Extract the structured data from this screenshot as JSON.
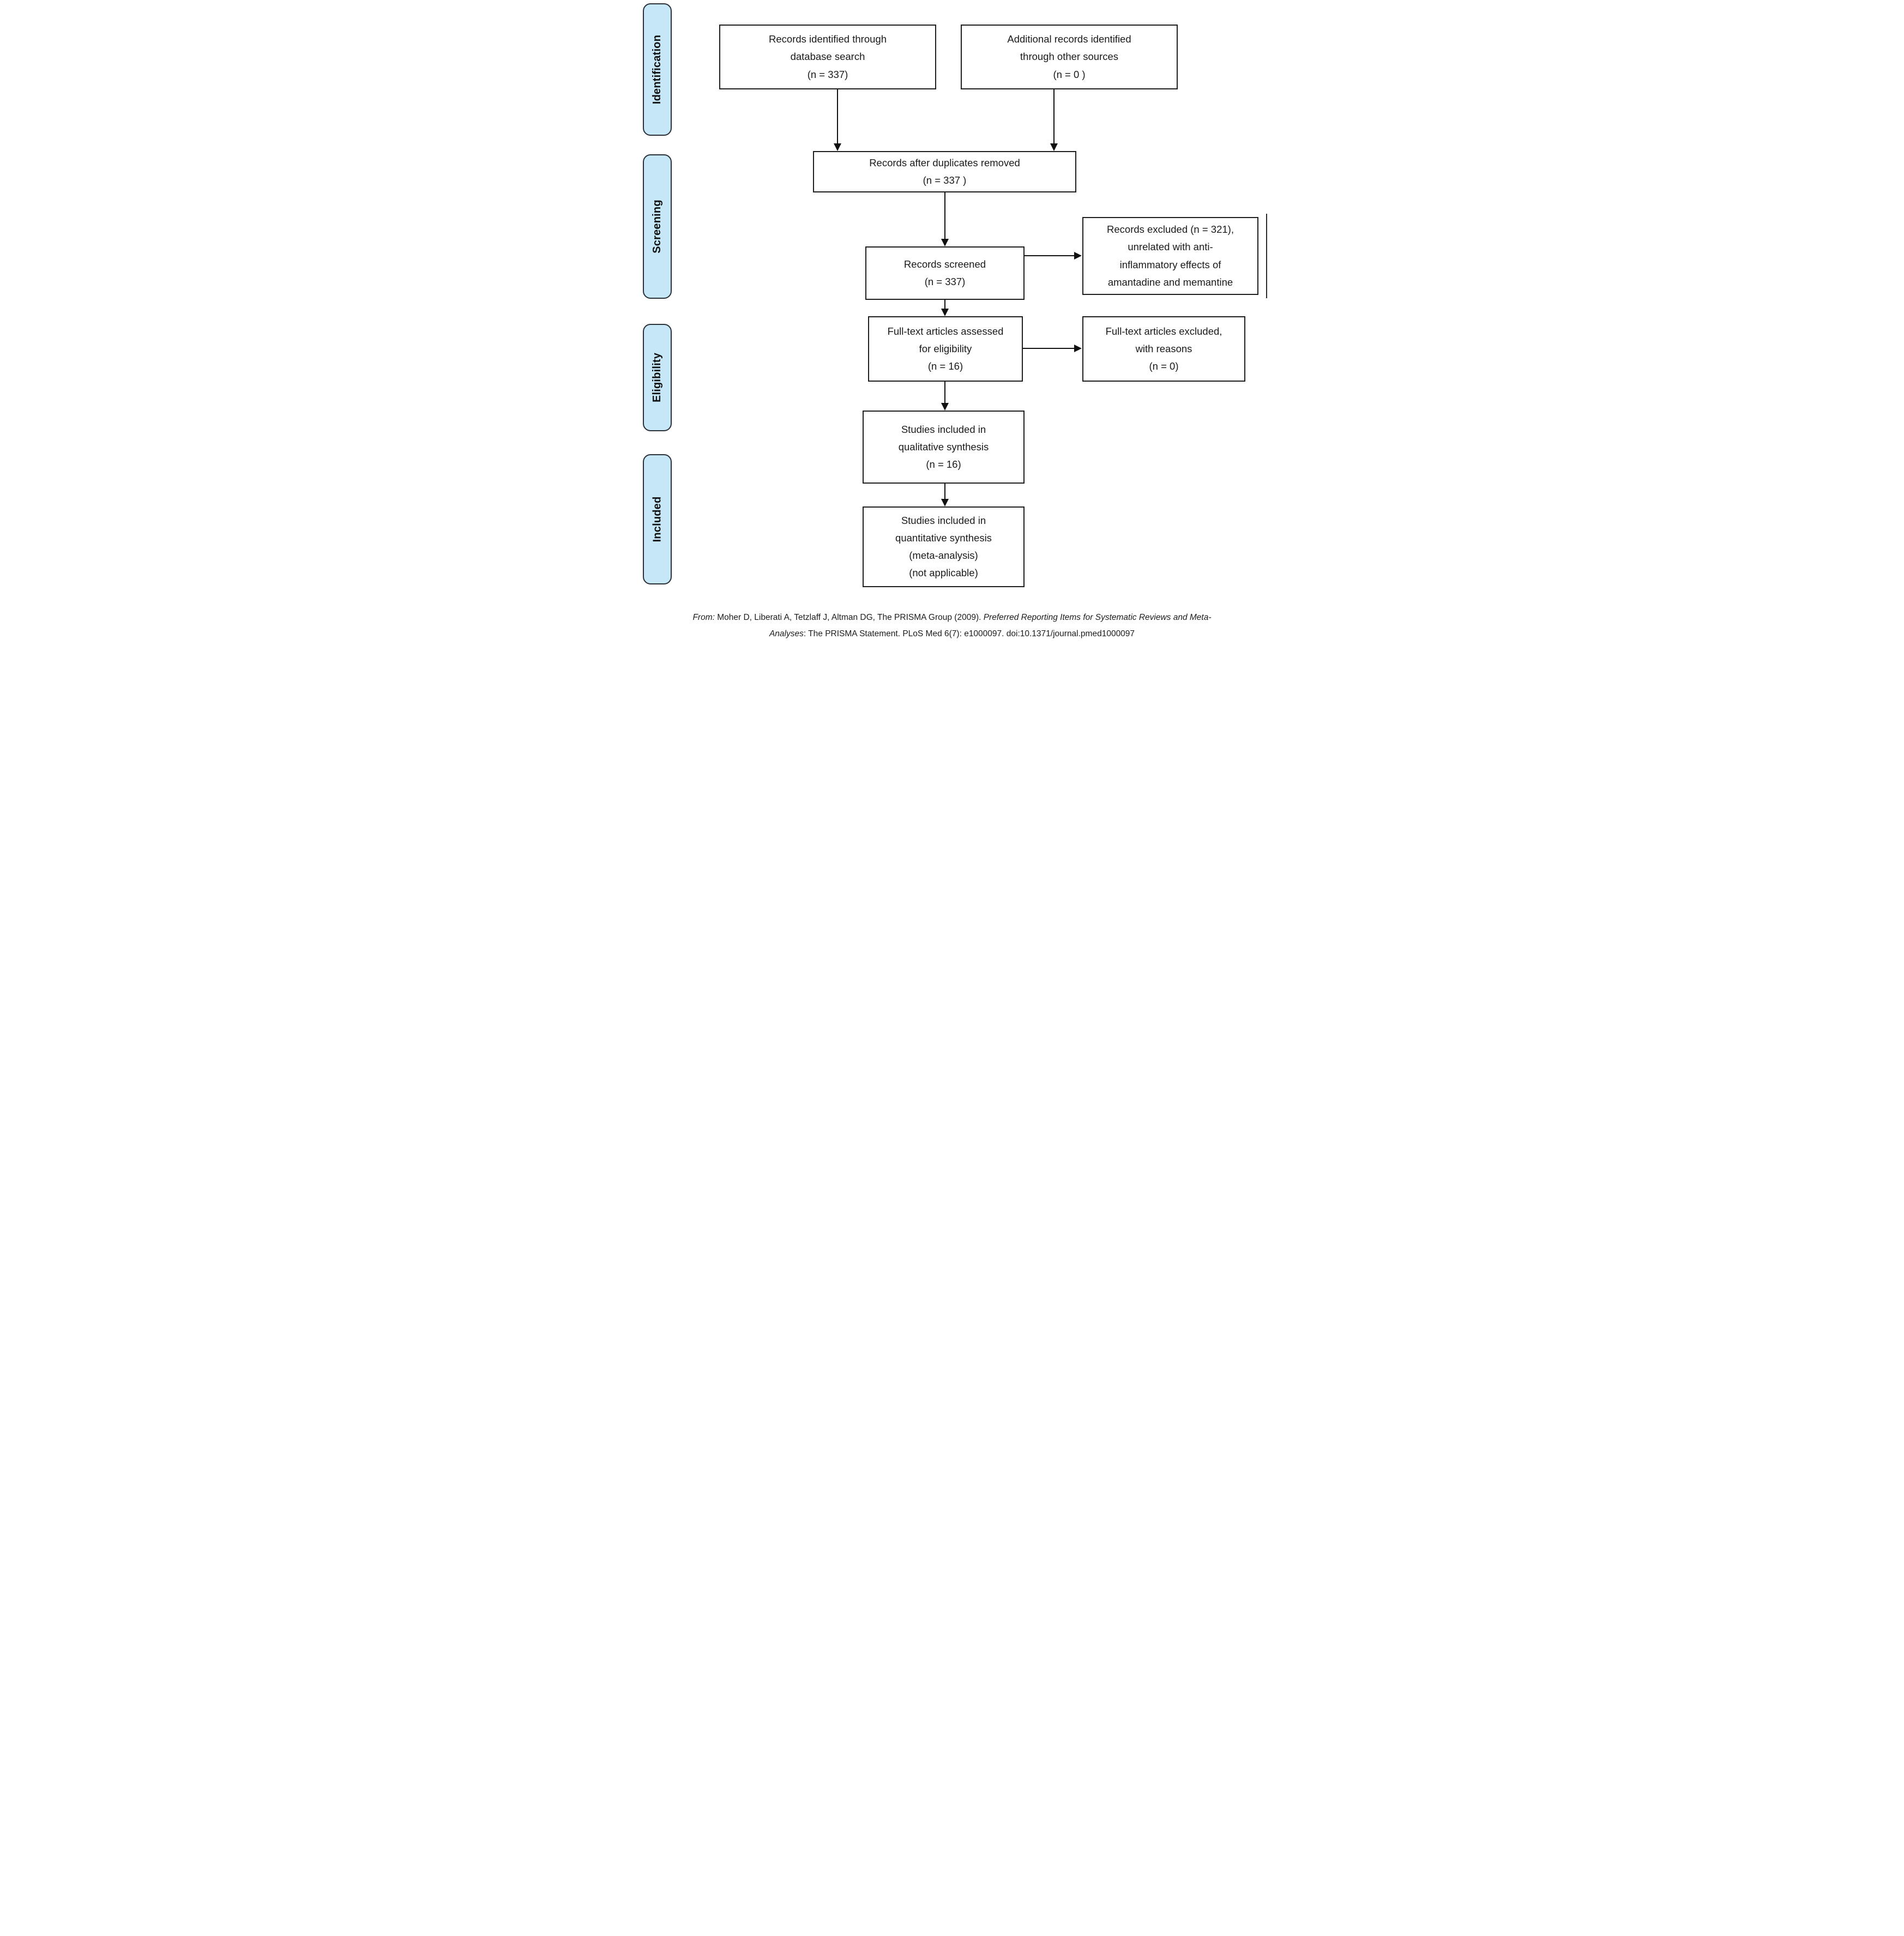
{
  "colors": {
    "sidebar_fill": "#c6e7f8",
    "sidebar_border": "#2b3138",
    "box_border": "#1f1f1f",
    "arrow": "#111111",
    "text": "#1a1a1a"
  },
  "sidebar": {
    "items": [
      {
        "label": "Identification"
      },
      {
        "label": "Screening"
      },
      {
        "label": "Eligibility"
      },
      {
        "label": "Included"
      }
    ]
  },
  "boxes": {
    "records_identified": {
      "text": "Records identified through\ndatabase search\n(n = 337)"
    },
    "additional_records": {
      "text": "Additional records identified\nthrough other sources\n(n = 0 )"
    },
    "duplicates_removed": {
      "text": "Records after duplicates removed\n(n = 337 )"
    },
    "records_screened": {
      "text": "Records screened\n(n = 337)"
    },
    "records_excluded": {
      "text": "Records excluded (n = 321),\nunrelated with anti-\ninflammatory effects of\namantadine and memantine"
    },
    "fulltext_assessed": {
      "text": "Full-text articles assessed\nfor eligibility\n(n = 16)"
    },
    "fulltext_excluded": {
      "text": "Full-text articles excluded,\nwith reasons\n(n = 0)"
    },
    "qualitative_synthesis": {
      "text": "Studies included in\nqualitative synthesis\n(n = 16)"
    },
    "quantitative_synthesis": {
      "text": "Studies included in\nquantitative synthesis\n(meta-analysis)\n(not applicable)"
    }
  },
  "citation": {
    "line1": [
      {
        "t": "From:",
        "i": true
      },
      {
        "t": "  Moher D, Liberati A, Tetzlaff J, Altman DG, The PRISMA Group (2009). ",
        "i": false
      },
      {
        "t": "Preferred Reporting Items for Systematic Reviews and Meta-",
        "i": true
      }
    ],
    "line2": [
      {
        "t": "Analyses",
        "i": true
      },
      {
        "t": ": The PRISMA Statement. PLoS Med 6(7): e1000097. doi:10.1371/journal.pmed1000097",
        "i": false
      }
    ]
  }
}
